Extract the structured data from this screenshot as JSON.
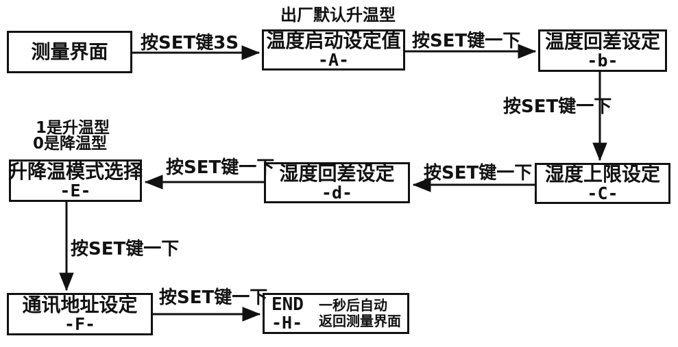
{
  "diagram": {
    "background": "#ffffff",
    "line_color": "#111111",
    "nodes": {
      "measure": {
        "label": "测量界面"
      },
      "temp_start": {
        "label": "温度启动设定值",
        "code": "-A-"
      },
      "temp_hysteresis": {
        "label": "温度回差设定",
        "code": "-b-"
      },
      "humidity_limit": {
        "label": "湿度上限设定",
        "code": "-C-"
      },
      "humidity_hysteresis": {
        "label": "湿度回差设定",
        "code": "-d-"
      },
      "mode_select": {
        "label": "升降温模式选择",
        "code": "-E-"
      },
      "comm_address": {
        "label": "通讯地址设定",
        "code": "-F-"
      },
      "end": {
        "label": "END",
        "code": "-H-",
        "note1": "一秒后自动",
        "note2": "返回测量界面"
      }
    },
    "edges": {
      "measure_to_a": "按SET键3S",
      "a_to_b": "按SET键一下",
      "b_to_c": "按SET键一下",
      "c_to_d": "按SET键一下",
      "d_to_e": "按SET键一下",
      "e_to_f": "按SET键一下",
      "f_to_end": "按SET键一下"
    },
    "annotations": {
      "factory_default": "出厂默认升温型",
      "mode_note1": "1是升温型",
      "mode_note2": "0是降温型"
    }
  }
}
